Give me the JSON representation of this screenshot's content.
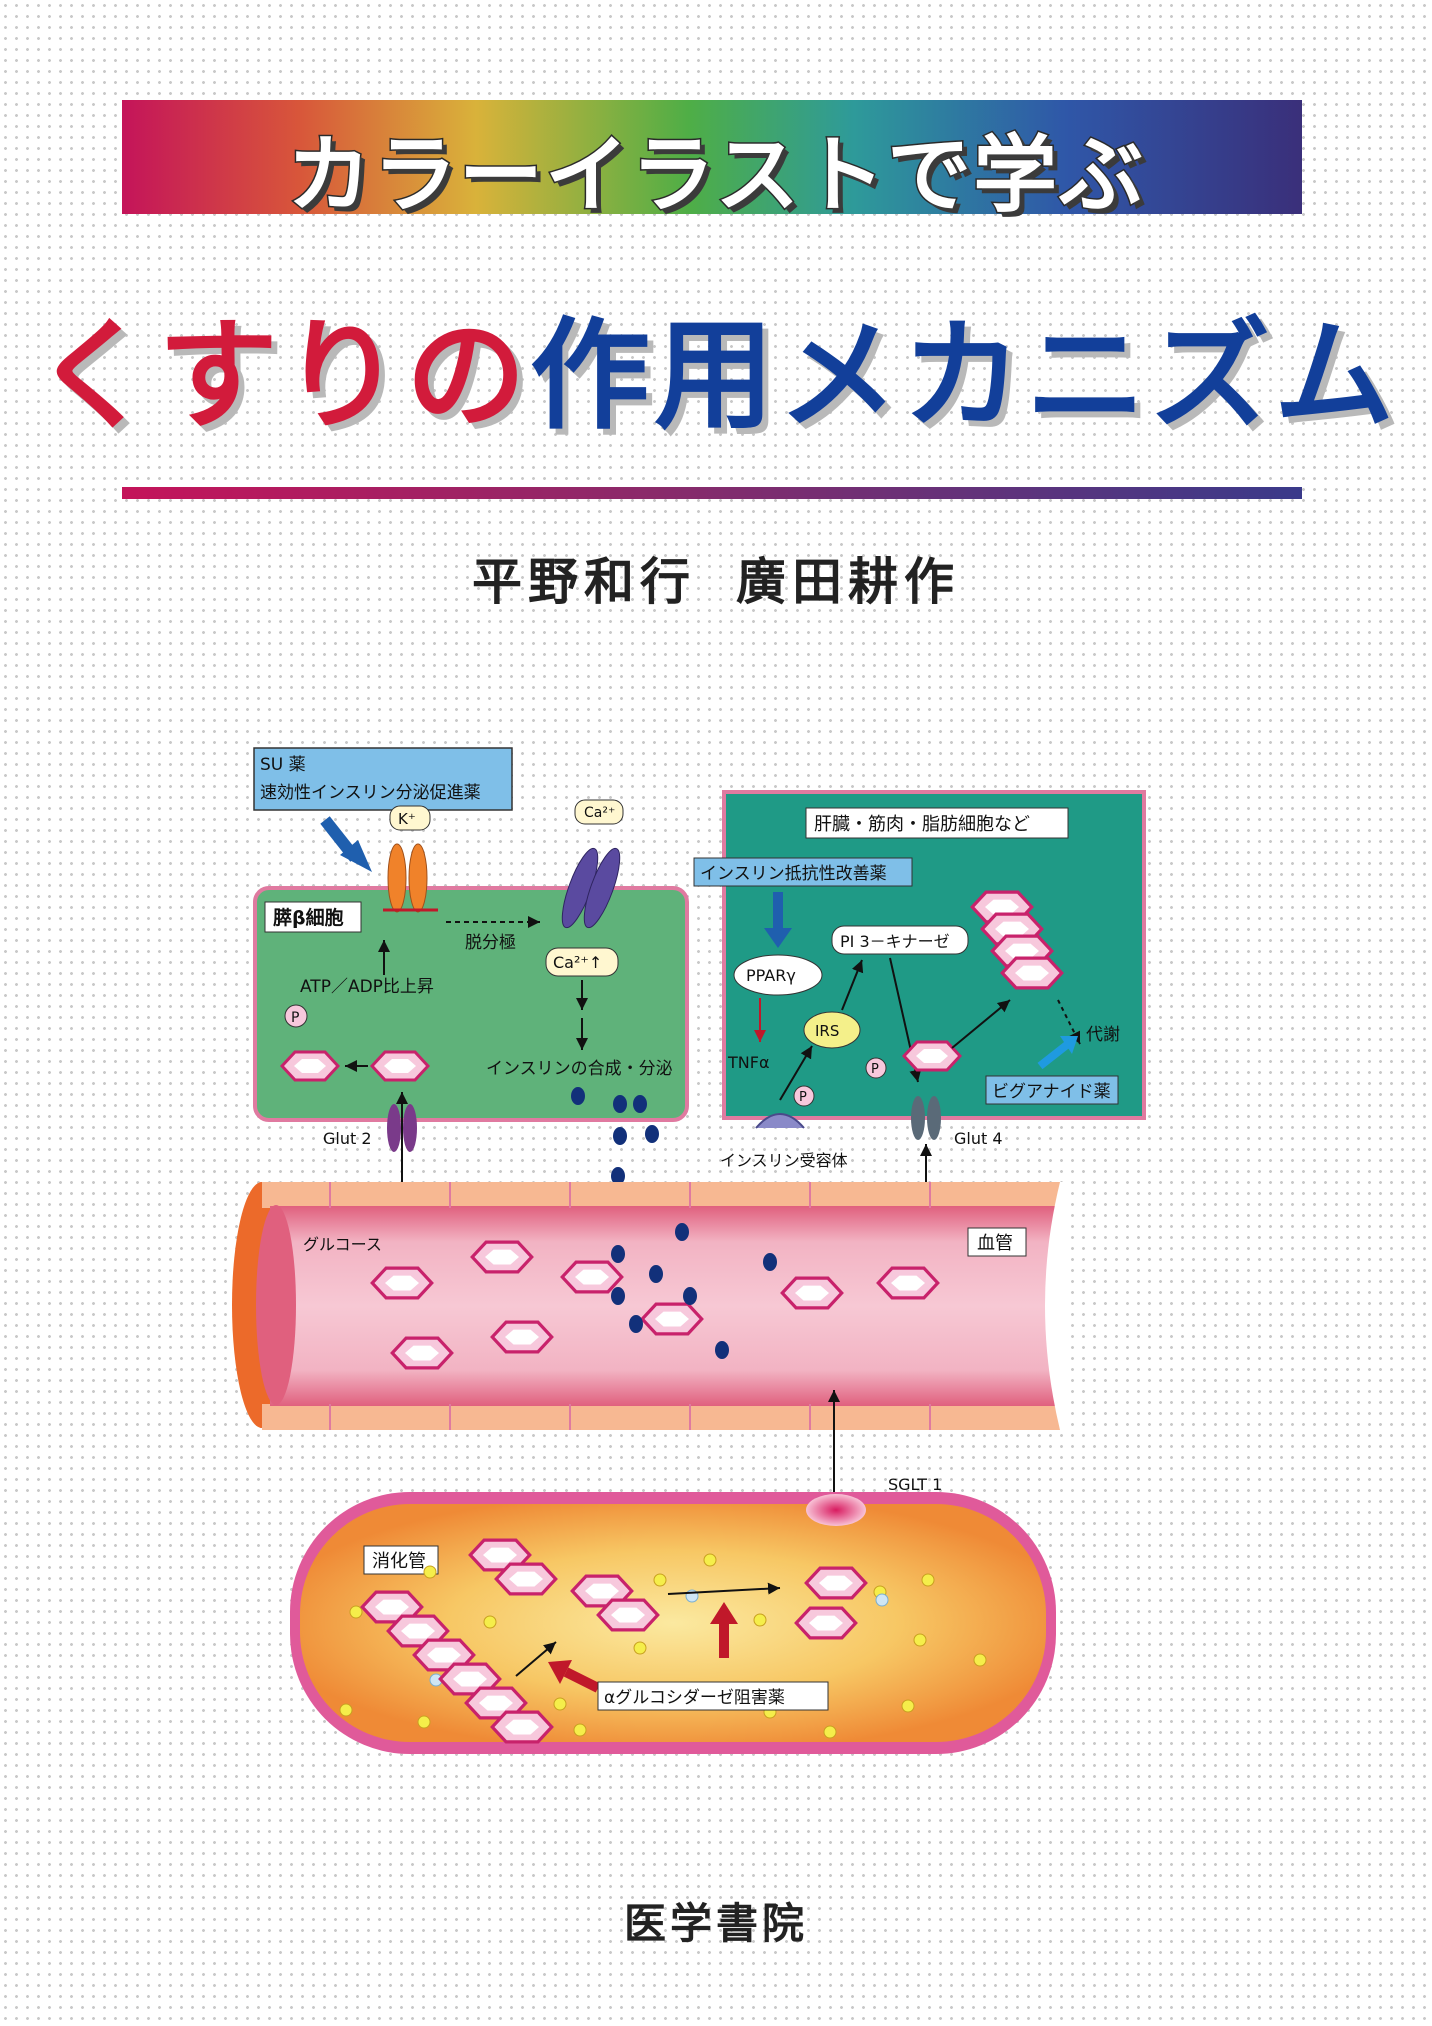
{
  "title": {
    "line1": "カラーイラストで学ぶ",
    "line2_red": "くすりの",
    "line2_blue": "作用メカニズム"
  },
  "authors": [
    "平野和行",
    "廣田耕作"
  ],
  "publisher": "医学書院",
  "diagram": {
    "su_box_line1": "SU 薬",
    "su_box_line2": "速効性インスリン分泌促進薬",
    "k_ion": "K⁺",
    "ca_ion": "Ca²⁺",
    "pancreas_label": "膵β細胞",
    "depolarization": "脱分極",
    "ca_up": "Ca²⁺↑",
    "atp_adp": "ATP／ADP比上昇",
    "phosphate": "P",
    "insulin_secretion": "インスリンの合成・分泌",
    "glut2": "Glut 2",
    "liver_label": "肝臓・筋肉・脂肪細胞など",
    "insulin_resistance_drug": "インスリン抵抗性改善薬",
    "ppar": "PPARγ",
    "pi3k": "PI 3－キナーゼ",
    "irs": "IRS",
    "tnf": "TNFα",
    "metabolism": "代謝",
    "biguanide": "ビグアナイド薬",
    "insulin_receptor": "インスリン受容体",
    "glut4": "Glut 4",
    "glucose": "グルコース",
    "blood_vessel": "血管",
    "sglt1": "SGLT 1",
    "gut_label": "消化管",
    "alpha_gi": "αグルコシダーゼ阻害薬"
  },
  "colors": {
    "title_red": "#d21b3b",
    "title_blue": "#123f9a",
    "cell_green": "#5fb27a",
    "liver_teal": "#1f9a86",
    "vessel_pink": "#f0a6b8",
    "gut_orange": "#f0933a"
  }
}
